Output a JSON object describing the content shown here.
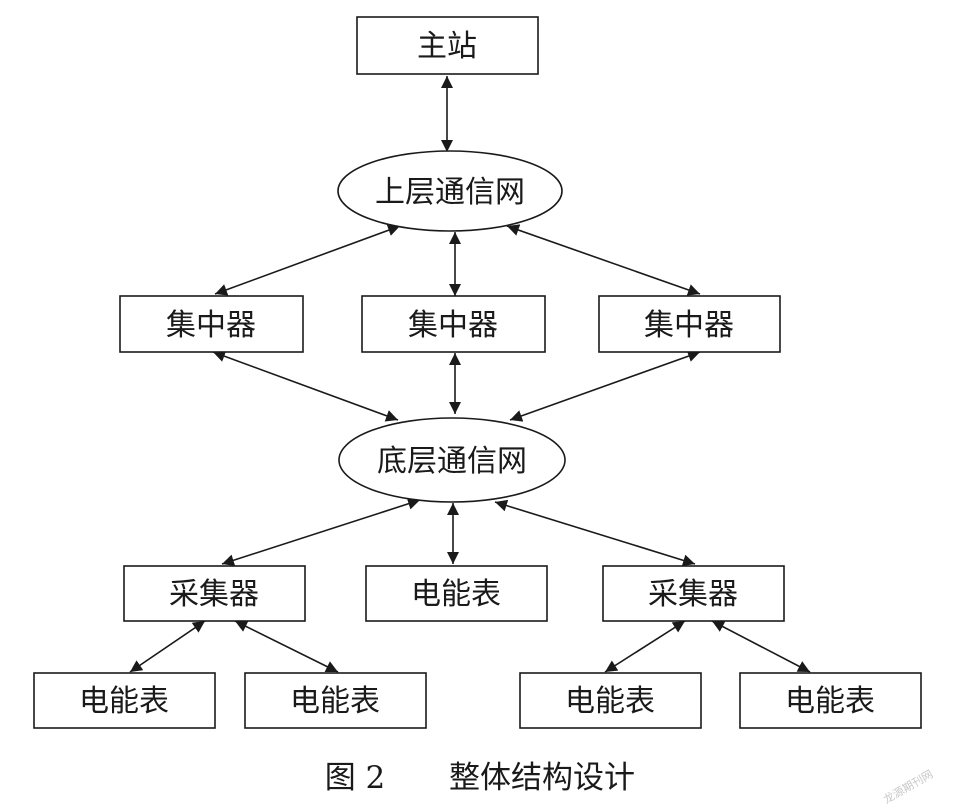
{
  "nodes": {
    "master": "主站",
    "upper_net": "上层通信网",
    "conc_left": "集中器",
    "conc_mid": "集中器",
    "conc_right": "集中器",
    "lower_net": "底层通信网",
    "coll_left": "采集器",
    "meter_mid": "电能表",
    "coll_right": "采集器",
    "meter_1": "电能表",
    "meter_2": "电能表",
    "meter_3": "电能表",
    "meter_4": "电能表"
  },
  "caption": {
    "number": "图 2",
    "text": "整体结构设计"
  },
  "watermark": "龙源期刊网",
  "colors": {
    "line": "#1a1a1a",
    "background": "#ffffff"
  }
}
